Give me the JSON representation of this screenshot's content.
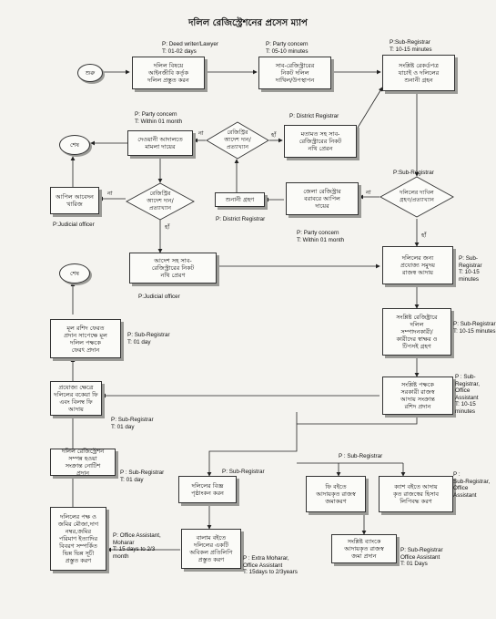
{
  "title": "দলিল রেজিস্ট্রেশনের প্রসেস ম্যাপ",
  "start": {
    "label": "শুরু"
  },
  "ends": [
    {
      "label": "শেষ"
    },
    {
      "label": "শেষ"
    }
  ],
  "yes": "হাঁ",
  "no": "না",
  "boxes": [
    {
      "text": "দলিল বিষয়ে\nআইনজীবি কর্তৃক\nদলিল প্রস্তুত করন"
    },
    {
      "text": "সাব-রেজিস্ট্রারের\nনিকট দলিল\nদাখিল/উপস্থাপন"
    },
    {
      "text": "সংশ্লিষ্ট রেকর্ডপত্র\nযাচাই ও দলিলের\nশুনানী গ্রহন"
    },
    {
      "text": "মতামত সহ সাব-\nরেজিস্ট্রারের নিকট\nনথি প্রেরন"
    },
    {
      "text": "দেওয়ানী আদালতে\nমামলা দায়ের"
    },
    {
      "text": "আপিল আবেদন\nখারিজ"
    },
    {
      "text": "শুনানী গ্রহণ"
    },
    {
      "text": "জেলা রেজিস্ট্রার\nবরাবরে আপিল\nদায়ের"
    },
    {
      "text": "আদেশ সহ সাব-\nরেজিস্ট্রারের নিকট\nনথি প্রেরণ"
    },
    {
      "text": "দলিলের জন্য\nপ্রযোজ্য সমুদয়\nরাজস্ব আদায়"
    },
    {
      "text": "সংশ্লিষ্ট রেজিষ্ট্রারে\nদলিল\nসম্পাদনকারী/\nকারীদের স্বাক্ষর ও\nটিপসই গ্রহণ"
    },
    {
      "text": "মূল রশিদ ফেরত\nপ্রদান সাপেক্ষে মূল\nদলিল পক্ষকে\nফেরৎ প্রদান"
    },
    {
      "text": "প্রযোজ্য ক্ষেত্রে\nদলিলের বকেয়া ফি\nএবং বিলম্ব ফি\nআদায়"
    },
    {
      "text": "সংশ্লিষ্ট পক্ষকে\nসরকারী রাজস্ব\nআদায় সংক্রান্ত\nরশিদ প্রদান"
    },
    {
      "text": "দলিল রেজিস্ট্রেশন\nসম্পন্ন হওয়া\nসংক্রান্ত নোটিশ\nপ্রদান"
    },
    {
      "text": "দলিলের বিজ্ঞ\nপৃষ্ঠাংকন করন"
    },
    {
      "text": "ফি বইতে\nআদায়কৃত রাজস্ব\nজমাকরণ"
    },
    {
      "text": "ক্যাশ বইতে আদায়\nকৃত রাজস্বের হিসাব\nলিপিবদ্ধ করণ"
    },
    {
      "text": "দলিলের পক্ষ ও\nজমির মৌজা,দাগ\nনম্বর,জমির\nপরিমাণ ইত্যাদির\nবিবরণ সম্পর্কিত\nভিন্ন ভিন্ন সূচী\nপ্রস্তুত করণ"
    },
    {
      "text": "বালাম বইতে\nদলিলের একটি\nঅবিকল প্রতিলিপি\nপ্রস্তুত করণ"
    },
    {
      "text": "সংশ্লিষ্ট ব্যাংকে\nআদায়কৃত রাজস্ব\nজমা প্রদান"
    }
  ],
  "diamonds": [
    {
      "text": "রেজিস্ট্রির\nআদেশ দান/\nপ্রত্যাখ্যান"
    },
    {
      "text": "রেজিস্ট্রির\nআদেশ দান/\nপ্রত্যাখ্যান"
    },
    {
      "text": "দলিলের দাখিল\nগ্রহণ/প্রত্যাখ্যান"
    }
  ],
  "notes": [
    {
      "text": "P: Deed writer/Lawyer\nT: 01-02 days"
    },
    {
      "text": "P: Party concern\nT: 05-10 minutes"
    },
    {
      "text": "P:Sub-Registrar\nT: 10-15 minutes"
    },
    {
      "text": "P: Party concern\nT: Within 01 month"
    },
    {
      "text": "P: District Registrar"
    },
    {
      "text": "P:Sub-Registrar"
    },
    {
      "text": "P:Judicial officer"
    },
    {
      "text": "P: District Registrar"
    },
    {
      "text": "P: Party concern\nT: Within 01 month"
    },
    {
      "text": "P: Sub-\nRegistrar\nT: 10-15\nminutes"
    },
    {
      "text": "P:Judicial officer"
    },
    {
      "text": "P: Sub-Registrar\nT: 10-15 minutes"
    },
    {
      "text": "P: Sub-Registrar\nT: 01 day"
    },
    {
      "text": "P: Sub-Registrar\nT: 01 day"
    },
    {
      "text": "P : Sub-\nRegistrar,\nOffice\nAssistant\nT: 10-15\nminutes"
    },
    {
      "text": "P : Sub-Registrar\nT: 01 day"
    },
    {
      "text": "P: Sub-Registrar"
    },
    {
      "text": "P : Sub-Registrar"
    },
    {
      "text": "P :\nSub-Registrar,\nOffice\nAssistant"
    },
    {
      "text": "P: Office Assistant,\nMoharar\nT: 15 days to 2/3\nmonth"
    },
    {
      "text": "P : Extra Moharar,\nOffice Assistant\nT: 15days to 2/3years"
    },
    {
      "text": "P: Sub-Registrar\nOffice Assistant\nT: 01 Days"
    }
  ]
}
